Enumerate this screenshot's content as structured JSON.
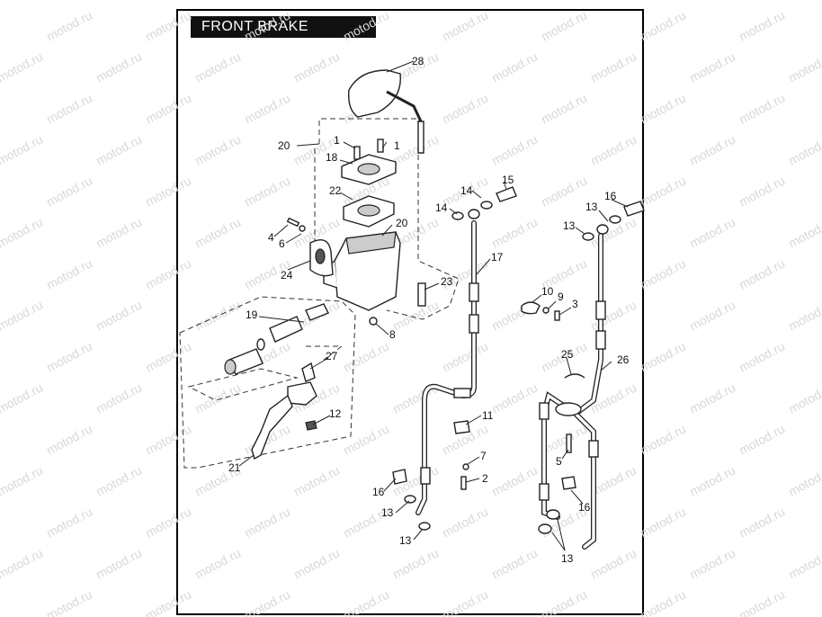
{
  "title": "FRONT BRAKE CONTROL",
  "watermark": "motod.ru",
  "callouts": [
    {
      "id": "c1a",
      "label": "1"
    },
    {
      "id": "c1b",
      "label": "1"
    },
    {
      "id": "c2",
      "label": "2"
    },
    {
      "id": "c3",
      "label": "3"
    },
    {
      "id": "c4",
      "label": "4"
    },
    {
      "id": "c5",
      "label": "5"
    },
    {
      "id": "c6",
      "label": "6"
    },
    {
      "id": "c7",
      "label": "7"
    },
    {
      "id": "c8",
      "label": "8"
    },
    {
      "id": "c9",
      "label": "9"
    },
    {
      "id": "c10",
      "label": "10"
    },
    {
      "id": "c11",
      "label": "11"
    },
    {
      "id": "c12",
      "label": "12"
    },
    {
      "id": "c13a",
      "label": "13"
    },
    {
      "id": "c13b",
      "label": "13"
    },
    {
      "id": "c13c",
      "label": "13"
    },
    {
      "id": "c13d",
      "label": "13"
    },
    {
      "id": "c13e",
      "label": "13"
    },
    {
      "id": "c14a",
      "label": "14"
    },
    {
      "id": "c14b",
      "label": "14"
    },
    {
      "id": "c15",
      "label": "15"
    },
    {
      "id": "c16a",
      "label": "16"
    },
    {
      "id": "c16b",
      "label": "16"
    },
    {
      "id": "c16c",
      "label": "16"
    },
    {
      "id": "c17",
      "label": "17"
    },
    {
      "id": "c18",
      "label": "18"
    },
    {
      "id": "c19",
      "label": "19"
    },
    {
      "id": "c20a",
      "label": "20"
    },
    {
      "id": "c20b",
      "label": "20"
    },
    {
      "id": "c21",
      "label": "21"
    },
    {
      "id": "c22",
      "label": "22"
    },
    {
      "id": "c23",
      "label": "23"
    },
    {
      "id": "c24",
      "label": "24"
    },
    {
      "id": "c25",
      "label": "25"
    },
    {
      "id": "c26",
      "label": "26"
    },
    {
      "id": "c27",
      "label": "27"
    },
    {
      "id": "c28",
      "label": "28"
    }
  ]
}
